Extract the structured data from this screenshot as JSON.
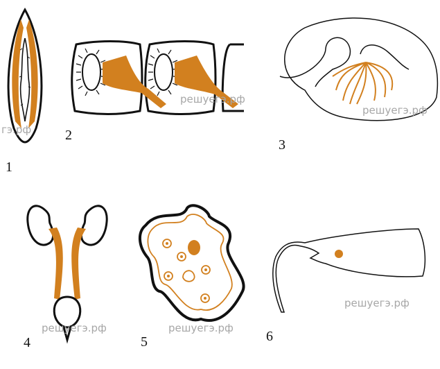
{
  "figures": [
    {
      "label": "1",
      "watermark": "гэ.рф"
    },
    {
      "label": "2",
      "watermark": "решуегэ.рф"
    },
    {
      "label": "3",
      "watermark": "решуегэ.рф"
    },
    {
      "label": "4",
      "watermark": "решуегэ.рф"
    },
    {
      "label": "5",
      "watermark": "решуегэ.рф"
    },
    {
      "label": "6",
      "watermark": "решуегэ.рф"
    }
  ],
  "colors": {
    "accent": "#d2801f",
    "outline": "#111111",
    "watermark": "#a7a7a7"
  },
  "icons": [
    "euglena-icon",
    "epithelial-cells-icon",
    "hydra-nerve-net-icon",
    "kidneys-urinary-system-icon",
    "amoeba-icon",
    "flagellate-icon"
  ]
}
